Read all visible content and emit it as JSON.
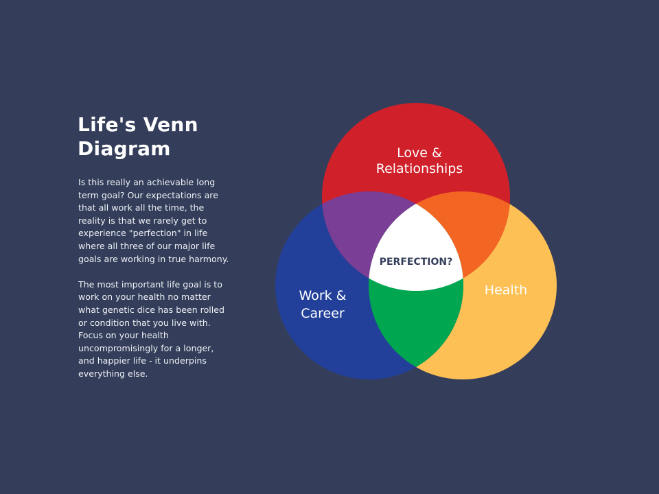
{
  "title_lines": [
    "Life's Venn",
    "Diagram"
  ],
  "paragraph1_lines": [
    "Is this really an achievable long",
    "term goal?  Our expectations are",
    "that all work all the time, the",
    "reality is that we rarely get to",
    "experience \"perfection\" in life",
    "where all three of our major life",
    "goals are working in true harmony."
  ],
  "paragraph2_lines": [
    "The most important life goal is to",
    "work on your health no matter",
    "what genetic dice has been rolled",
    "or condition that you live with.",
    "Focus on your health",
    "uncompromisingly for a longer,",
    "and happier life - it underpins",
    "everything else."
  ],
  "venn": {
    "love": {
      "lines": [
        "Love &",
        "Relationships"
      ],
      "color": "#d0202a"
    },
    "work": {
      "lines": [
        "Work &",
        "Career"
      ],
      "color": "#22409a"
    },
    "health": {
      "lines": [
        "Health"
      ],
      "color": "#fdc055"
    },
    "love_work_color": "#7b3e96",
    "love_health_color": "#f26522",
    "work_health_color": "#00a650",
    "center": {
      "label": "PERFECTION?",
      "color": "#ffffff",
      "text_color": "#343e5a"
    }
  }
}
